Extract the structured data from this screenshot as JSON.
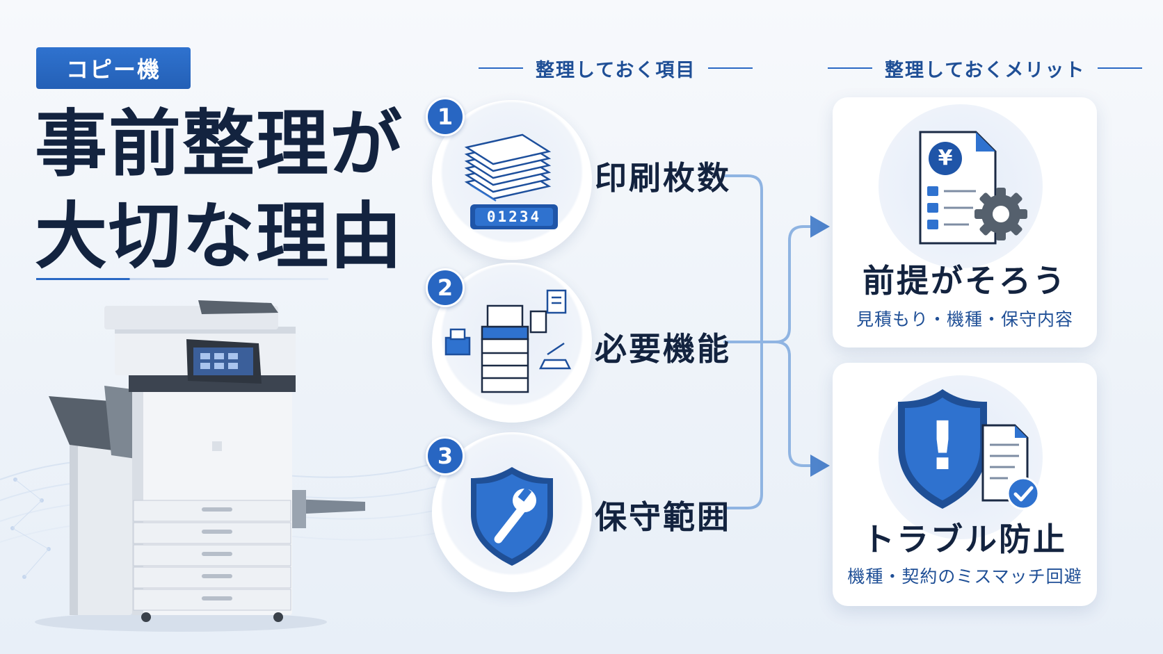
{
  "badge": "コピー機",
  "title": {
    "line1": "事前整理が",
    "line2": "大切な理由"
  },
  "items_header": "整理しておく項目",
  "benefits_header": "整理しておくメリット",
  "items": [
    {
      "number": "1",
      "label": "印刷枚数",
      "icon": "paper-stack-counter-icon",
      "counter": "01234"
    },
    {
      "number": "2",
      "label": "必要機能",
      "icon": "multifunction-printer-icon"
    },
    {
      "number": "3",
      "label": "保守範囲",
      "icon": "shield-wrench-icon"
    }
  ],
  "benefits": [
    {
      "title": "前提がそろう",
      "subtitle": "見積もり・機種・保守内容",
      "icon": "yen-document-gear-icon",
      "symbol": "¥"
    },
    {
      "title": "トラブル防止",
      "subtitle": "機種・契約のミスマッチ回避",
      "icon": "warning-shield-document-icon",
      "symbol": "!"
    }
  ],
  "colors": {
    "accent": "#2866c2",
    "navy": "#13233f",
    "connector": "#8fb4e2"
  }
}
